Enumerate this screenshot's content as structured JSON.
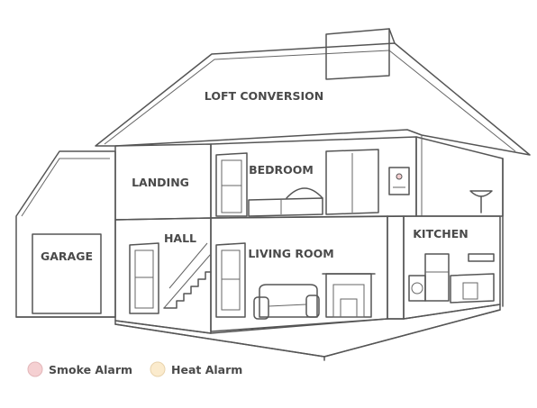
{
  "colors": {
    "smoke": "#f5d0d2",
    "heat": "#fbebcd",
    "outline": "#555555",
    "text": "#4a4a4a"
  },
  "rooms": {
    "loft": "LOFT CONVERSION",
    "landing": "LANDING",
    "bedroom": "BEDROOM",
    "hall": "HALL",
    "living_room": "LIVING ROOM",
    "kitchen": "KITCHEN",
    "garage": "GARAGE"
  },
  "legend": {
    "smoke": "Smoke Alarm",
    "heat": "Heat Alarm"
  }
}
